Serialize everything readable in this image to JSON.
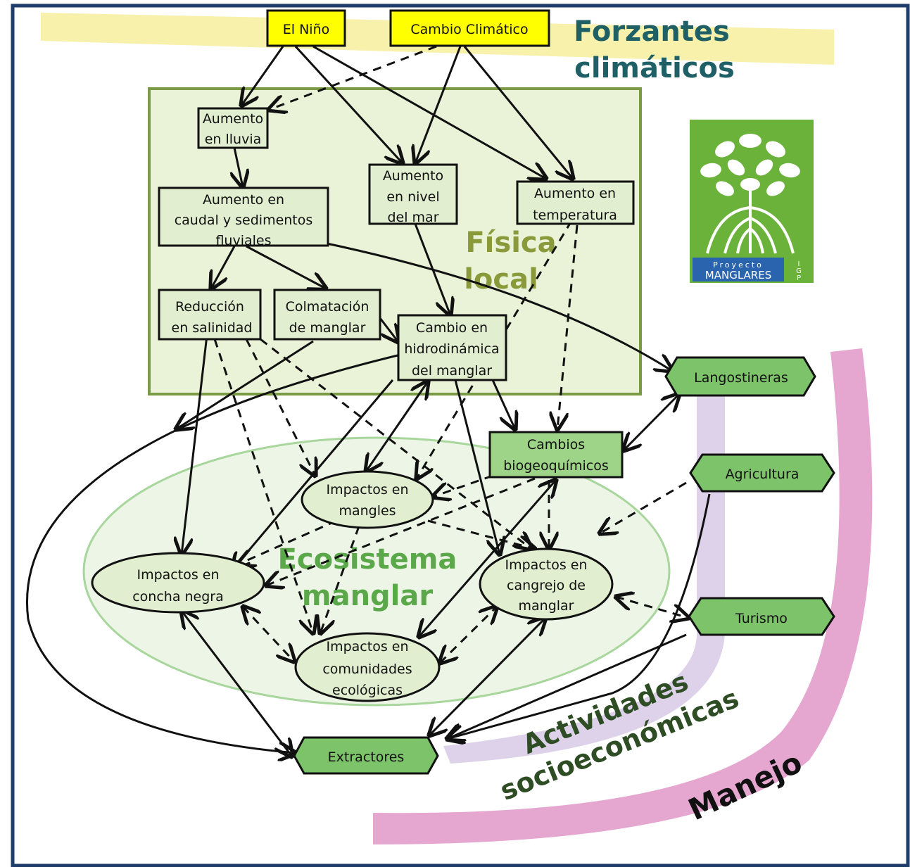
{
  "colors": {
    "frame": "#1f3d6b",
    "forcing_fill": "#ffff00",
    "forcing_band": "#f6f0a2",
    "local_fill": "#eaf2d8",
    "local_border": "#7b9a45",
    "node_fill": "#e2eed0",
    "ellipse_region": "#eaf5e2",
    "ellipse_region_border": "#9ad08c",
    "hex_fill": "#7dc36a",
    "title_teal": "#1f5f66",
    "title_olive": "#8a9a3a",
    "title_green": "#5aa84a",
    "title_dark_green": "#2e4d24",
    "band_lavender": "#ddd2ea",
    "band_pink": "#e5a6cf",
    "logo_green": "#6bb23b",
    "logo_blue": "#2a64ae"
  },
  "region_labels": {
    "forcing_line1": "Forzantes",
    "forcing_line2": "climáticos",
    "local_line1": "Física",
    "local_line2": "local",
    "ecosystem_line1": "Ecosistema",
    "ecosystem_line2": "manglar",
    "socio_line1": "Actividades",
    "socio_line2": "socioeconómicas",
    "management": "Manejo"
  },
  "logo": {
    "line1": "Proyecto",
    "line2": "MANGLARES",
    "line3": "I",
    "line4": "G",
    "line5": "P"
  },
  "nodes": {
    "el_nino": "El Niño",
    "cambio_climatico": "Cambio Climático",
    "aumento_lluvia": [
      "Aumento",
      "en lluvia"
    ],
    "aumento_caudal": [
      "Aumento en",
      "caudal y sedimentos",
      "fluviales"
    ],
    "aumento_nivel": [
      "Aumento",
      "en nivel",
      "del mar"
    ],
    "aumento_temp": [
      "Aumento en",
      "temperatura"
    ],
    "reduccion_salinidad": [
      "Reducción",
      "en salinidad"
    ],
    "colmatacion": [
      "Colmatación",
      "de manglar"
    ],
    "cambio_hidro": [
      "Cambio en",
      "hidrodinámica",
      "del manglar"
    ],
    "cambios_bio": [
      "Cambios",
      "biogeoquímicos"
    ],
    "impactos_mangles": [
      "Impactos en",
      "mangles"
    ],
    "impactos_concha": [
      "Impactos en",
      "concha negra"
    ],
    "impactos_cangrejo": [
      "Impactos en",
      "cangrejo de",
      "manglar"
    ],
    "impactos_comunidades": [
      "Impactos en",
      "comunidades",
      "ecológicas"
    ],
    "langostineras": "Langostineras",
    "agricultura": "Agricultura",
    "turismo": "Turismo",
    "extractores": "Extractores"
  }
}
